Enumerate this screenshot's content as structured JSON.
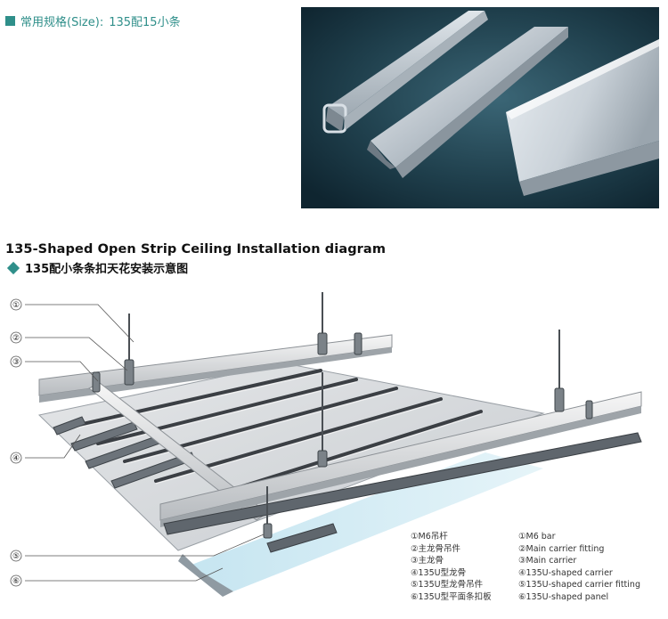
{
  "spec": {
    "label": "常用规格(Size):",
    "value": "135配15小条"
  },
  "title": {
    "english": "135-Shaped Open Strip Ceiling Installation diagram",
    "chinese": "135配小条条扣天花安装示意图"
  },
  "callouts": [
    "①",
    "②",
    "③",
    "④",
    "⑤",
    "⑥"
  ],
  "legend": {
    "chinese": [
      "①M6吊杆",
      "②主龙骨吊件",
      "③主龙骨",
      "④135U型龙骨",
      "⑤135U型龙骨吊件",
      "⑥135U型平面条扣板"
    ],
    "english": [
      "①M6 bar",
      "②Main carrier fitting",
      "③Main carrier",
      "④135U-shaped carrier",
      "⑤135U-shaped carrier fitting",
      "⑥135U-shaped panel"
    ]
  },
  "colors": {
    "accent": "#2f8f8a",
    "photo_bg": "#1e3b48"
  }
}
